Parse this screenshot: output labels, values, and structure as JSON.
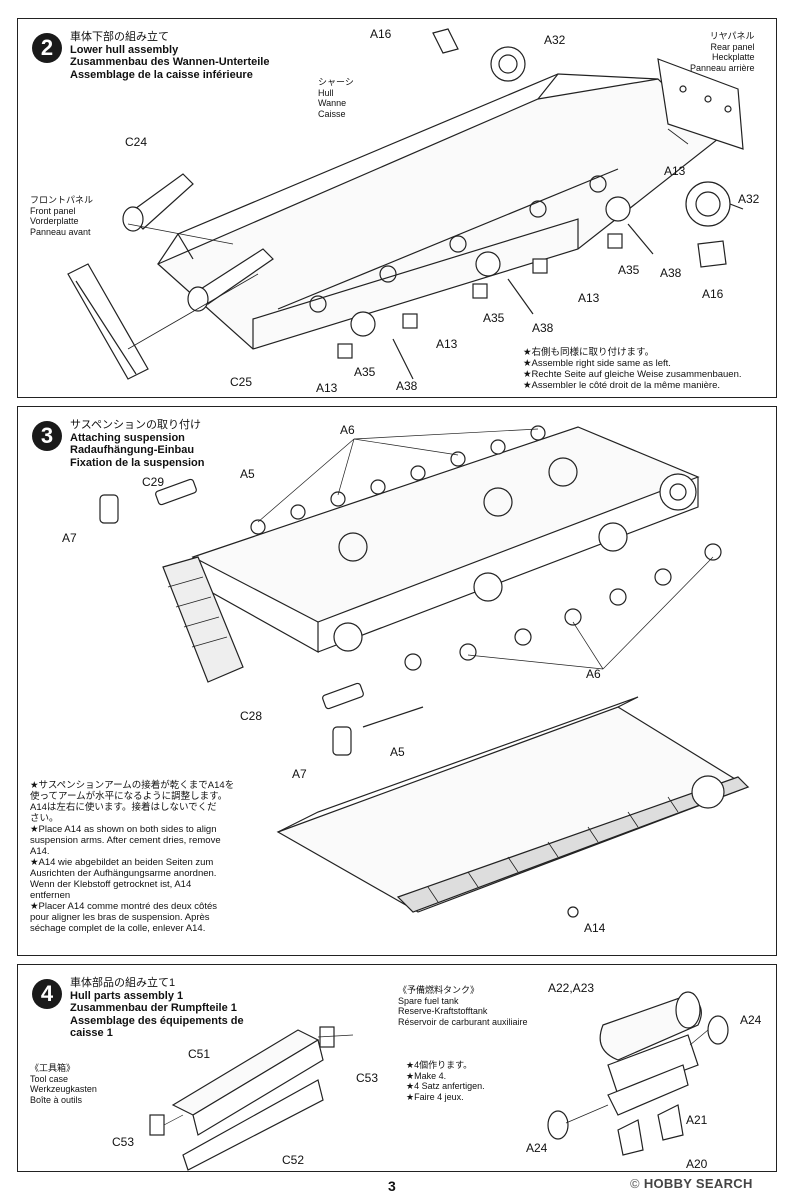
{
  "page_number": "3",
  "watermark": {
    "brand": "HOBBY SEARCH",
    "symbol": "©"
  },
  "step2": {
    "number": "2",
    "title_jp": "車体下部の組み立て",
    "title_en": "Lower hull assembly",
    "title_de": "Zusammenbau des Wannen-Unterteile",
    "title_fr": "Assemblage de la caisse inférieure",
    "chassis": [
      "シャーシ",
      "Hull",
      "Wanne",
      "Caisse"
    ],
    "rear_panel": [
      "リヤパネル",
      "Rear panel",
      "Heckplatte",
      "Panneau arrière"
    ],
    "front_panel": [
      "フロントパネル",
      "Front panel",
      "Vorderplatte",
      "Panneau avant"
    ],
    "parts": {
      "a16a": "A16",
      "a32a": "A32",
      "c24": "C24",
      "a13a": "A13",
      "a32b": "A32",
      "a35a": "A35",
      "a38a": "A38",
      "a16b": "A16",
      "a13b": "A13",
      "a35b": "A35",
      "a38b": "A38",
      "a13c": "A13",
      "c25": "C25",
      "a13d": "A13",
      "a35c": "A35",
      "a38c": "A38"
    },
    "notes": [
      "★右側も同様に取り付けます。",
      "★Assemble right side same as left.",
      "★Rechte Seite auf gleiche Weise zusammenbauen.",
      "★Assembler le côté droit de la même manière."
    ]
  },
  "step3": {
    "number": "3",
    "title_jp": "サスペンションの取り付け",
    "title_en": "Attaching suspension",
    "title_de": "Radaufhängung-Einbau",
    "title_fr": "Fixation de la suspension",
    "parts": {
      "a6a": "A6",
      "a5a": "A5",
      "c29": "C29",
      "a7a": "A7",
      "a6b": "A6",
      "c28": "C28",
      "a5b": "A5",
      "a7b": "A7",
      "a14": "A14"
    },
    "notes": [
      "★サスペンションアームの接着が乾くまでA14を",
      "使ってアームが水平になるように調整します。",
      "A14は左右に使います。接着はしないでくだ",
      "さい。",
      "★Place A14 as shown on both sides to align",
      "suspension arms. After cement dries, remove",
      "A14.",
      "★A14 wie abgebildet an beiden Seiten zum",
      "Ausrichten der Aufhängungsarme anordnen.",
      "Wenn der Klebstoff getrocknet ist, A14",
      "entfernen",
      "★Placer A14 comme montré des deux côtés",
      "pour aligner les bras de suspension. Après",
      "séchage complet de la colle, enlever A14."
    ]
  },
  "step4": {
    "number": "4",
    "title_jp": "車体部品の組み立て1",
    "title_en": "Hull parts assembly 1",
    "title_de": "Zusammenbau der Rumpfteile 1",
    "title_fr": "Assemblage des équipements de",
    "title_fr2": "caisse 1",
    "tool_case": [
      "《工具箱》",
      "Tool case",
      "Werkzeugkasten",
      "Boîte à outils"
    ],
    "fuel_tank": [
      "《予備燃料タンク》",
      "Spare fuel tank",
      "Reserve-Kraftstofftank",
      "Réservoir de carburant auxiliaire"
    ],
    "make4": [
      "★4個作ります。",
      "★Make 4.",
      "★4 Satz anfertigen.",
      "★Faire 4 jeux."
    ],
    "parts": {
      "c51": "C51",
      "c53a": "C53",
      "c53b": "C53",
      "c52": "C52",
      "a22a23": "A22,A23",
      "a24a": "A24",
      "a21": "A21",
      "a24b": "A24",
      "a20": "A20"
    }
  }
}
